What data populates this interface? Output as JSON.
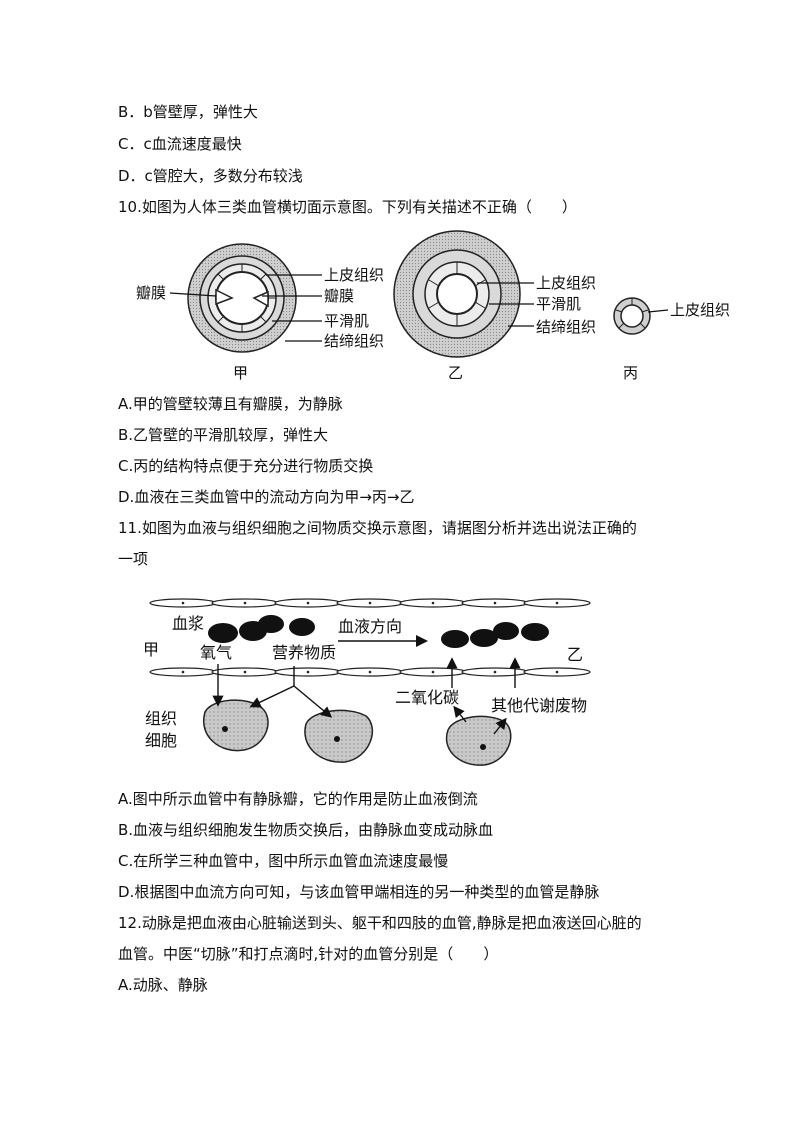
{
  "q9": {
    "option_b": "B．b管壁厚，弹性大",
    "option_c": "C．c血流速度最快",
    "option_d": "D．c管腔大，多数分布较浅"
  },
  "q10": {
    "stem": "10.如图为人体三类血管横切面示意图。下列有关描述不正确（　　）",
    "figure": {
      "jia": {
        "name": "甲",
        "labels": [
          "瓣膜",
          "上皮组织",
          "瓣膜",
          "平滑肌",
          "结缔组织"
        ]
      },
      "yi": {
        "name": "乙",
        "labels": [
          "上皮组织",
          "平滑肌",
          "结缔组织"
        ]
      },
      "bing": {
        "name": "丙",
        "labels": [
          "上皮组织"
        ]
      }
    },
    "option_a": "A.甲的管壁较薄且有瓣膜，为静脉",
    "option_b": "B.乙管壁的平滑肌较厚，弹性大",
    "option_c": "C.丙的结构特点便于充分进行物质交换",
    "option_d": "D.血液在三类血管中的流动方向为甲→丙→乙"
  },
  "q11": {
    "stem_line1": "11.如图为血液与组织细胞之间物质交换示意图，请据图分析并选出说法正确的",
    "stem_line2": "一项",
    "figure": {
      "plasma": "血浆",
      "flow": "血液方向",
      "jia": "甲",
      "yi": "乙",
      "oxygen": "氧气",
      "nutrients": "营养物质",
      "co2": "二氧化碳",
      "waste": "其他代谢废物",
      "cell_line1": "组织",
      "cell_line2": "细胞"
    },
    "option_a": "A.图中所示血管中有静脉瓣，它的作用是防止血液倒流",
    "option_b": "B.血液与组织细胞发生物质交换后，由静脉血变成动脉血",
    "option_c": "C.在所学三种血管中，图中所示血管血流速度最慢",
    "option_d": "D.根据图中血流方向可知，与该血管甲端相连的另一种类型的血管是静脉"
  },
  "q12": {
    "stem_line1": "12.动脉是把血液由心脏输送到头、躯干和四肢的血管,静脉是把血液送回心脏的",
    "stem_line2": "血管。中医“切脉”和打点滴时,针对的血管分别是（　　）",
    "option_a": "A.动脉、静脉"
  }
}
